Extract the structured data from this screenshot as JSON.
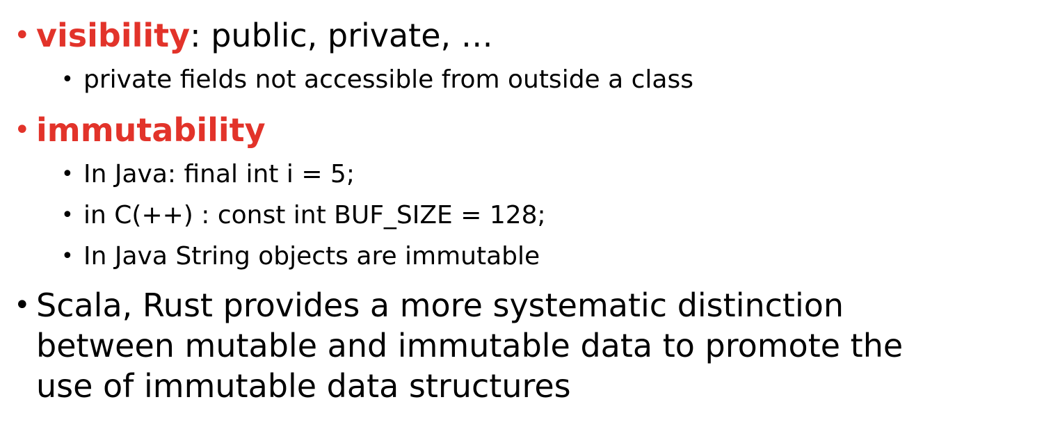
{
  "accent_color": "#e2332a",
  "bullet_glyph": "•",
  "items": [
    {
      "keyword": "visibility",
      "text": ": public, private, …",
      "subitems": [
        "private fields not accessible from outside a class"
      ]
    },
    {
      "keyword": "immutability",
      "text": "",
      "subitems": [
        "In Java: final int i = 5;",
        "in C(++) : const int BUF_SIZE = 128;",
        "In Java String objects are immutable"
      ]
    },
    {
      "keyword": "",
      "text_lines": [
        "Scala, Rust provides a more systematic distinction",
        "between mutable and immutable data to promote the",
        "use of immutable data structures"
      ]
    }
  ]
}
